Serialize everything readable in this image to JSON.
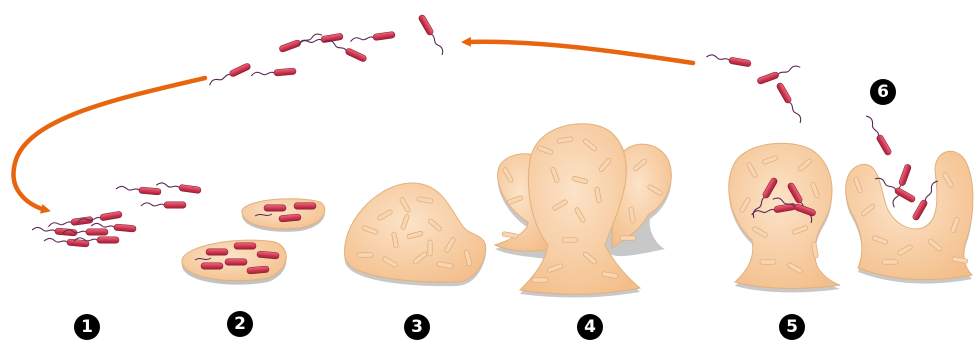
{
  "diagram": {
    "stage_labels": [
      "1",
      "2",
      "3",
      "4",
      "5",
      "6"
    ],
    "colors": {
      "arrow": "#E8650F",
      "bacterium": "#C8324C",
      "bacterium_highlight": "#F06A80",
      "flagellum": "#5A2A55",
      "matrix": "#F6C89A",
      "matrix_light": "#FCE3C8",
      "matrix_stroke": "#E2B07E",
      "ground_shadow": "#9A9A9A",
      "label_circle": "#000000",
      "label_text": "#ffffff"
    },
    "icons": {
      "free_bacterium": "rod-bacterium-with-flagellum-icon",
      "embedded_cell": "embedded-cell-icon",
      "cycle_arrow": "curved-arrow-icon"
    }
  }
}
